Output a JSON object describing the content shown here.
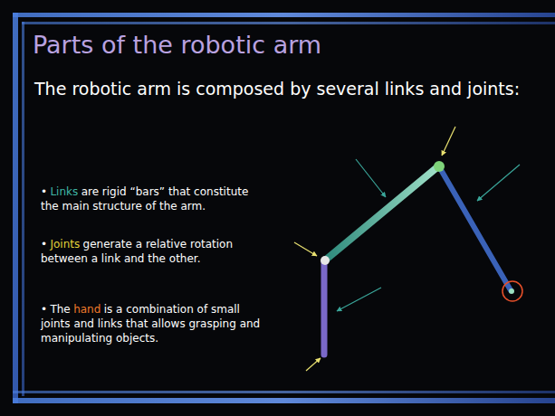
{
  "diagram": {
    "title": "Parts of the robotic arm",
    "labels": [
      "The robotic arm is composed by several links and joints:",
      "•",
      "Links",
      "are rigid “bars” that constitute the main structure of the arm.",
      "•",
      "Joints",
      "generate a relative rotation between a link and the other.",
      "•",
      "The",
      "hand",
      "is a combination of small joints and links that allows grasping and manipulating objects."
    ]
  }
}
